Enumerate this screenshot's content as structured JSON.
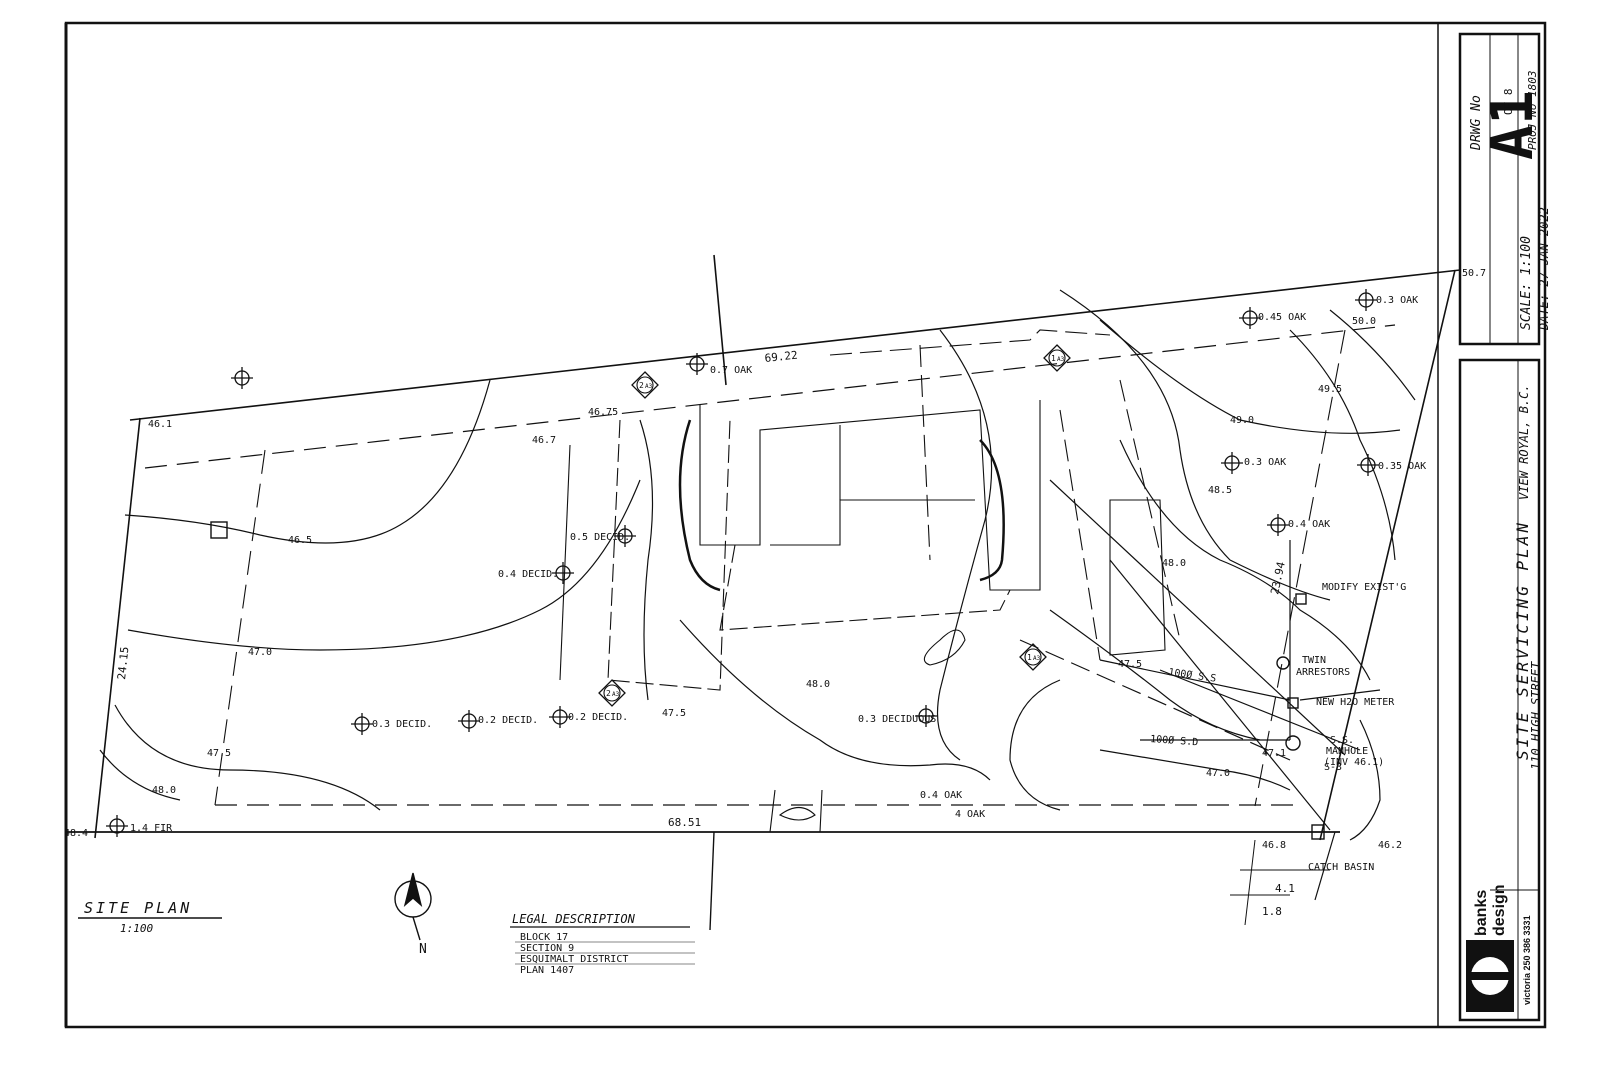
{
  "title_block": {
    "drawing_no_label": "DRWG No",
    "drawing_no": "A1",
    "sheet_of": "OF 8",
    "project_no": "PROJ No 1803",
    "scale": "SCALE: 1:100",
    "date": "DATE: 27 JAN 2022",
    "sheet_title": "SITE SERVICING PLAN",
    "address": "110 HIGH STREET",
    "location": "VIEW ROYAL, B.C.",
    "firm_line1": "banks",
    "firm_line2": "design",
    "firm_contact": "victoria 250 386 3331"
  },
  "site_plan_title": {
    "title": "SITE PLAN",
    "scale": "1:100"
  },
  "legal_description": {
    "heading": "LEGAL DESCRIPTION",
    "lines": [
      "BLOCK 17",
      "SECTION 9",
      "ESQUIMALT DISTRICT",
      "PLAN 1407"
    ]
  },
  "dimensions": {
    "north_length": "69.22",
    "south_length": "68.51",
    "west_length": "24.15",
    "east_length": "23.94",
    "d_1_8": "1.8",
    "d_4_1": "4.1"
  },
  "elevations": [
    "46.1",
    "46.75",
    "46.7",
    "46.5",
    "47.0",
    "47.5",
    "48.0",
    "48.4",
    "50.7",
    "50.0",
    "49.5",
    "49.0",
    "48.5",
    "48.0",
    "47.5",
    "47.5",
    "48.0",
    "47.1",
    "47.0",
    "46.8",
    "46.2",
    "S-3"
  ],
  "trees": [
    "0.7 OAK",
    "0.45 OAK",
    "0.3 OAK",
    "0.3 OAK",
    "0.35 OAK",
    "0.4 OAK",
    "0.5 DECID.",
    "0.4 DECID.",
    "0.3 DECID.",
    "0.2 DECID.",
    "0.2 DECID.",
    "0.3 DECIDUOUS",
    "0.4 OAK",
    "4 OAK",
    "1.4 FIR"
  ],
  "services": {
    "modify": "MODIFY EXIST'G",
    "twin": "TWIN",
    "twin_sub": "ARRESTORS",
    "water": "NEW H2O METER",
    "storm_pipe": "100Ø S.D",
    "sewer_pipe": "100Ø S.S",
    "manhole": "S.S.",
    "manhole_sub": "MANHOLE",
    "manhole_inv": "(INV 46.1)",
    "catch": "CATCH BASIN"
  },
  "section_markers": [
    "2",
    "1",
    "1",
    "2"
  ],
  "section_sheets": [
    "A3",
    "A3",
    "A3",
    "A3"
  ],
  "north_arrow_label": "N"
}
